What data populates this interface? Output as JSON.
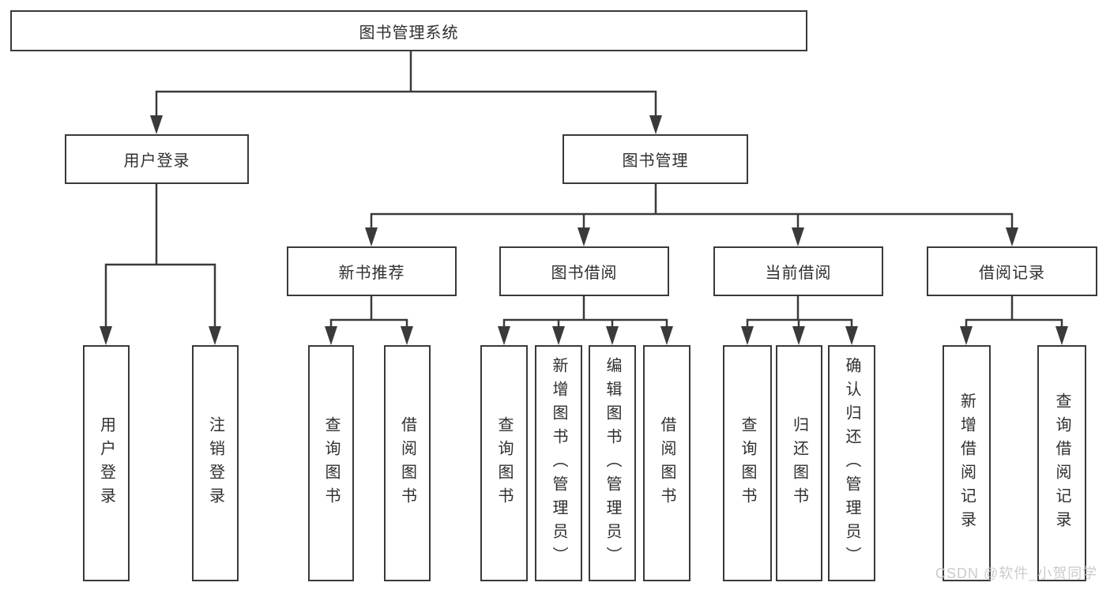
{
  "diagram": {
    "root_label": "图书管理系统",
    "branches": [
      {
        "label": "用户登录",
        "children": [
          "用户登录",
          "注销登录"
        ]
      },
      {
        "label": "图书管理",
        "subbranches": [
          {
            "label": "新书推荐",
            "children": [
              "查询图书",
              "借阅图书"
            ]
          },
          {
            "label": "图书借阅",
            "children": [
              "查询图书",
              "新增图书（管理员）",
              "编辑图书（管理员）",
              "借阅图书"
            ]
          },
          {
            "label": "当前借阅",
            "children": [
              "查询图书",
              "归还图书",
              "确认归还（管理员）"
            ]
          },
          {
            "label": "借阅记录",
            "children": [
              "新增借阅记录",
              "查询借阅记录"
            ]
          }
        ]
      }
    ]
  },
  "watermark": {
    "text": "CSDN @软件_小贺同学"
  },
  "colors": {
    "line": "#3a3a3a",
    "text": "#2f2f2f",
    "watermark": "#c9c9c9",
    "background": "#ffffff"
  }
}
